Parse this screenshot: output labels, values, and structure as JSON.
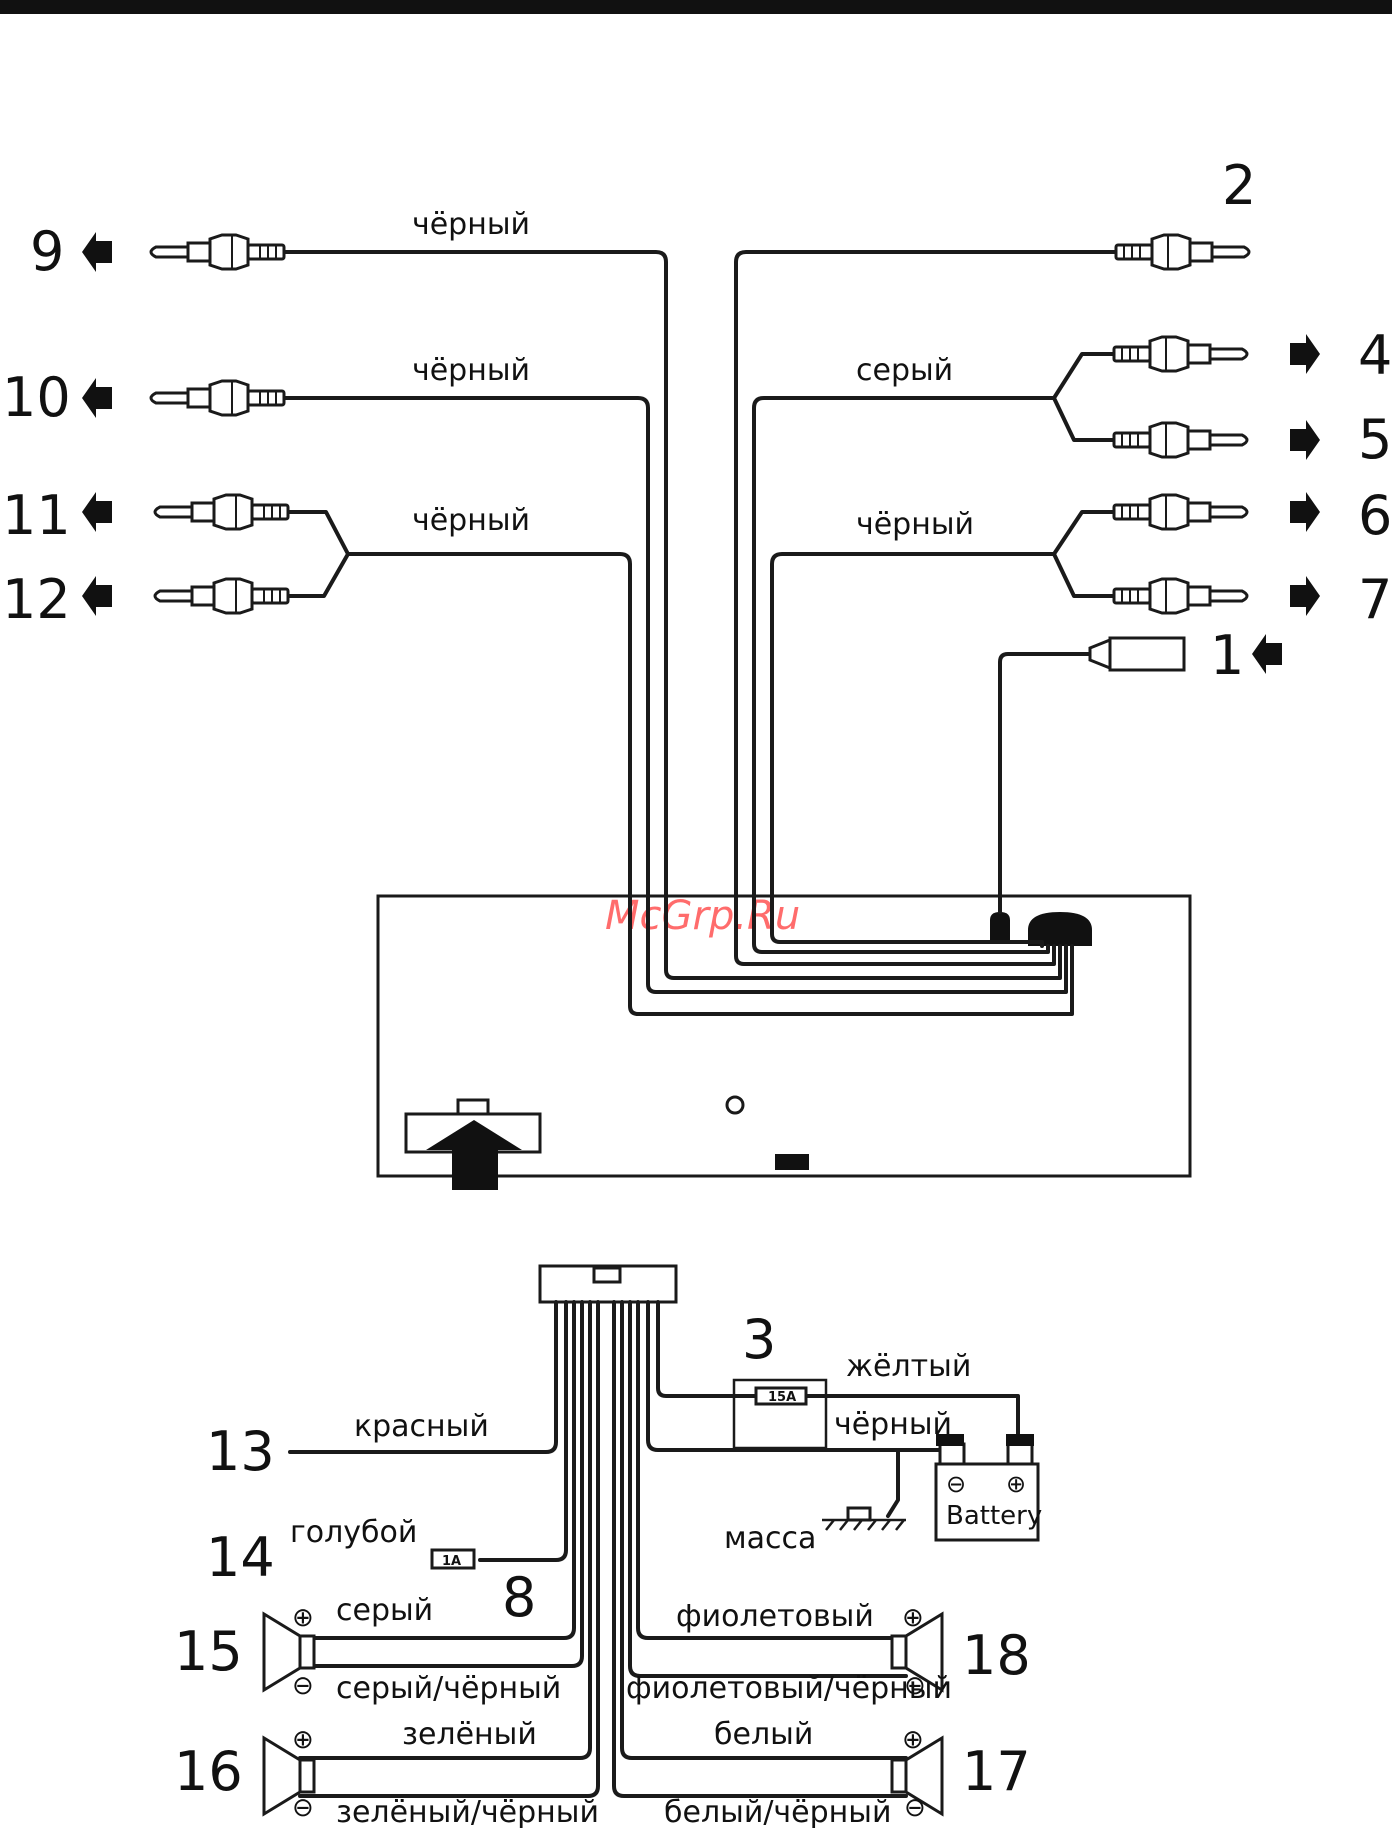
{
  "watermark": "McGrp.Ru",
  "rca_numbers": {
    "n2": "2",
    "n4": "4",
    "n5": "5",
    "n6": "6",
    "n7": "7",
    "n9": "9",
    "n10": "10",
    "n11": "11",
    "n12": "12",
    "n1": "1"
  },
  "rca_labels": {
    "left_top": "чёрный",
    "left_mid": "чёрный",
    "left_pair": "чёрный",
    "right_pair_grey": "серый",
    "right_pair_black": "чёрный"
  },
  "harness": {
    "n3": "3",
    "n8": "8",
    "n13": "13",
    "n14": "14",
    "n15": "15",
    "n16": "16",
    "n17": "17",
    "n18": "18",
    "yellow": "жёлтый",
    "black": "чёрный",
    "ground": "масса",
    "battery": "Battery",
    "fuse_main": "15A",
    "fuse_small": "1A",
    "red": "красный",
    "blue": "голубой",
    "grey": "серый",
    "grey_black": "серый/чёрный",
    "green": "зелёный",
    "green_black": "зелёный/чёрный",
    "violet": "фиолетовый",
    "violet_black": "фиолетовый/чёрный",
    "white": "белый",
    "white_black": "белый/чёрный"
  }
}
